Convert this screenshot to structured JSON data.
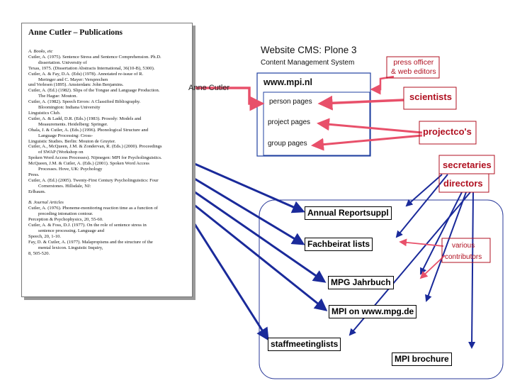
{
  "document": {
    "title": "Anne Cutler – Publications",
    "lines": [
      {
        "text": "A. Books, etc",
        "style": "it"
      },
      {
        "text": "Cutler, A. (1975). Sentence Stress and Sentence Comprehension. Ph.D."
      },
      {
        "text": "dissertation. University of",
        "style": "ind"
      },
      {
        "text": "Texas, 1975. (Dissertation Abstracts International, 36(10-B), 5300)."
      },
      {
        "text": "Cutler, A. & Fay, D.A. (Eds) (1978). Annotated re-issue of R."
      },
      {
        "text": "Meringer and C. Mayer: Versprechen",
        "style": "ind"
      },
      {
        "text": "und Verlesen (1895). Amsterdam: John Benjamins."
      },
      {
        "text": "Cutler, A. (Ed.) (1982). Slips of the Tongue and Language Production."
      },
      {
        "text": "The Hague: Mouton.",
        "style": "ind"
      },
      {
        "text": "Cutler, A. (1982). Speech Errors: A Classified Bibliography."
      },
      {
        "text": "Bloomington: Indiana University",
        "style": "ind"
      },
      {
        "text": "Linguistics Club."
      },
      {
        "text": "Cutler, A. & Ladd, D.R. (Eds.) (1983). Prosody: Models and"
      },
      {
        "text": "Measurements. Heidelberg: Springer.",
        "style": "ind"
      },
      {
        "text": "Ohala, J. & Cutler, A. (Eds.) (1996). Phonological Structure and"
      },
      {
        "text": "Language Processing: Cross-",
        "style": "ind"
      },
      {
        "text": "Linguistic Studies. Berlin: Mouton de Gruyter."
      },
      {
        "text": "Cutler, A., McQueen, J.M. & Zondervan, R. (Eds.) (2000). Proceedings"
      },
      {
        "text": "of SWAP (Workshop on",
        "style": "ind"
      },
      {
        "text": "Spoken Word Access Processes). Nijmegen: MPI for Psycholinguistics."
      },
      {
        "text": "McQueen, J.M. & Cutler, A. (Eds.) (2001). Spoken Word Access"
      },
      {
        "text": "Processes. Hove, UK: Psychology",
        "style": "ind"
      },
      {
        "text": "Press."
      },
      {
        "text": "Cutler, A. (Ed.) (2005). Twenty-First Century Psycholinguistics: Four"
      },
      {
        "text": "Cornerstones. Hillsdale, NJ:",
        "style": "ind"
      },
      {
        "text": "Erlbaum."
      },
      {
        "text": "",
        "style": "gap"
      },
      {
        "text": "B. Journal Articles",
        "style": "it"
      },
      {
        "text": "Cutler, A. (1976). Phoneme-monitoring reaction time as a function of"
      },
      {
        "text": "preceding intonation contour.",
        "style": "ind"
      },
      {
        "text": "Perception & Psychophysics, 20, 55-60."
      },
      {
        "text": "Cutler, A. & Foss, D.J. (1977). On the role of sentence stress in"
      },
      {
        "text": "sentence processing. Language and",
        "style": "ind"
      },
      {
        "text": "Speech, 20, 1-10."
      },
      {
        "text": "Fay, D. & Cutler, A. (1977). Malapropisms and the structure of the"
      },
      {
        "text": "mental lexicon. Linguistic Inquiry,",
        "style": "ind"
      },
      {
        "text": "8, 505-520."
      }
    ]
  },
  "author_label": "Anne Cutler",
  "cms": {
    "title": "Website CMS: Plone 3",
    "subtitle": "Content Management System",
    "site": "www.mpi.nl",
    "pages": [
      "person pages",
      "project pages",
      "group pages"
    ]
  },
  "roles": {
    "press": [
      "press officer",
      "& web editors"
    ],
    "scientists": "scientists",
    "projectcos": "projectco's",
    "secretaries": "secretaries",
    "directors": "directors"
  },
  "outputs": {
    "annual": "Annual Reportsuppl",
    "fachbeirat": "Fachbeirat lists",
    "jahrbuch": "MPG Jahrbuch",
    "mpg_web": "MPI on www.mpg.de",
    "staffmeeting": "staffmeetinglists",
    "brochure": "MPI brochure"
  },
  "contributors": [
    "various",
    "contributors"
  ],
  "colors": {
    "accent_red": "#b01020",
    "arrow_pink": "#e8506a",
    "arrow_blue": "#1a2a9a",
    "frame_blue": "#2040a0"
  }
}
